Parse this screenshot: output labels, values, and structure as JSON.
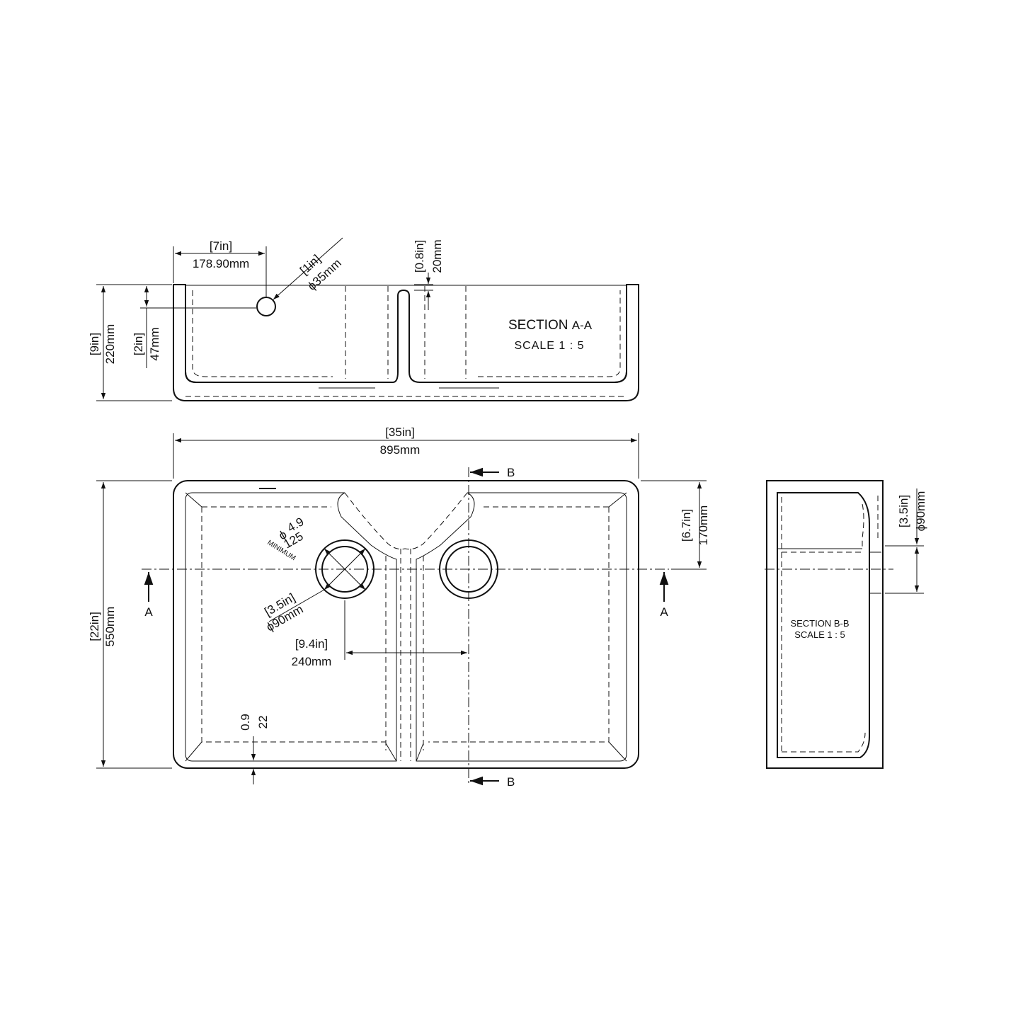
{
  "colors": {
    "ink": "#111111",
    "background": "#ffffff"
  },
  "section_aa": {
    "title": "SECTION",
    "title_suffix": "A-A",
    "scale": "SCALE 1 : 5",
    "dims": {
      "overflow_offset_in": "[7in]",
      "overflow_offset_mm": "178.90mm",
      "overflow_dia_in": "[1in]",
      "overflow_dia_mm": "ϕ35mm",
      "divider_drop_in": "[0.8in]",
      "divider_drop_mm": "20mm",
      "height_in": "[9in]",
      "height_mm": "220mm",
      "overflow_height_in": "[2in]",
      "overflow_height_mm": "47mm"
    }
  },
  "plan": {
    "dims": {
      "width_in": "[35in]",
      "width_mm": "895mm",
      "depth_in": "[22in]",
      "depth_mm": "550mm",
      "waste_from_back_in": "[6.7in]",
      "waste_from_back_mm": "170mm",
      "cutout_in": "4.9",
      "cutout_mm": "125",
      "cutout_note": "MINIMUM",
      "cutout_symbol": "ϕ",
      "waste_dia_in": "[3.5in]",
      "waste_dia_mm": "ϕ90mm",
      "waste_spacing_in": "[9.4in]",
      "waste_spacing_mm": "240mm",
      "wall_in": "0.9",
      "wall_mm": "22"
    },
    "section_markers": {
      "a": "A",
      "b": "B"
    }
  },
  "section_bb": {
    "title": "SECTION B-B",
    "scale": "SCALE 1 : 5",
    "dims": {
      "waste_dia_in": "[3.5in]",
      "waste_dia_mm": "ϕ90mm"
    }
  }
}
